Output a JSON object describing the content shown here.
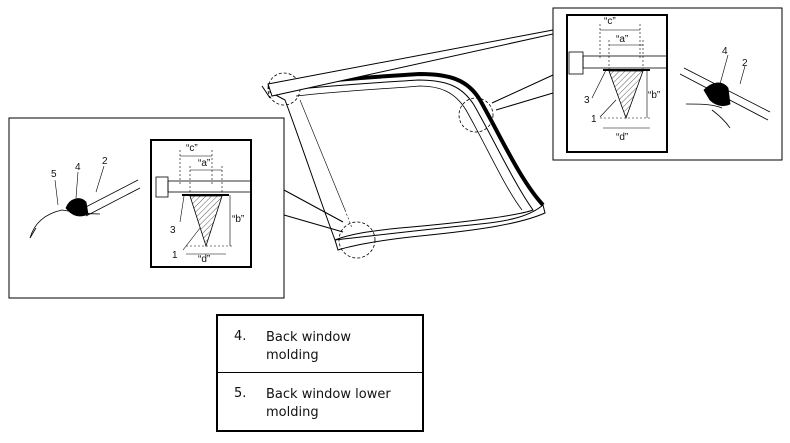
{
  "callout_labels": {
    "c": "“c”",
    "a": "“a”",
    "b": "“b”",
    "d": "“d”",
    "part1": "1",
    "part2": "2",
    "part3": "3",
    "part4": "4",
    "part5": "5"
  },
  "legend": {
    "items": [
      {
        "number": "4.",
        "line1": "Back window",
        "line2": "molding"
      },
      {
        "number": "5.",
        "line1": "Back window lower",
        "line2": "molding"
      }
    ]
  }
}
